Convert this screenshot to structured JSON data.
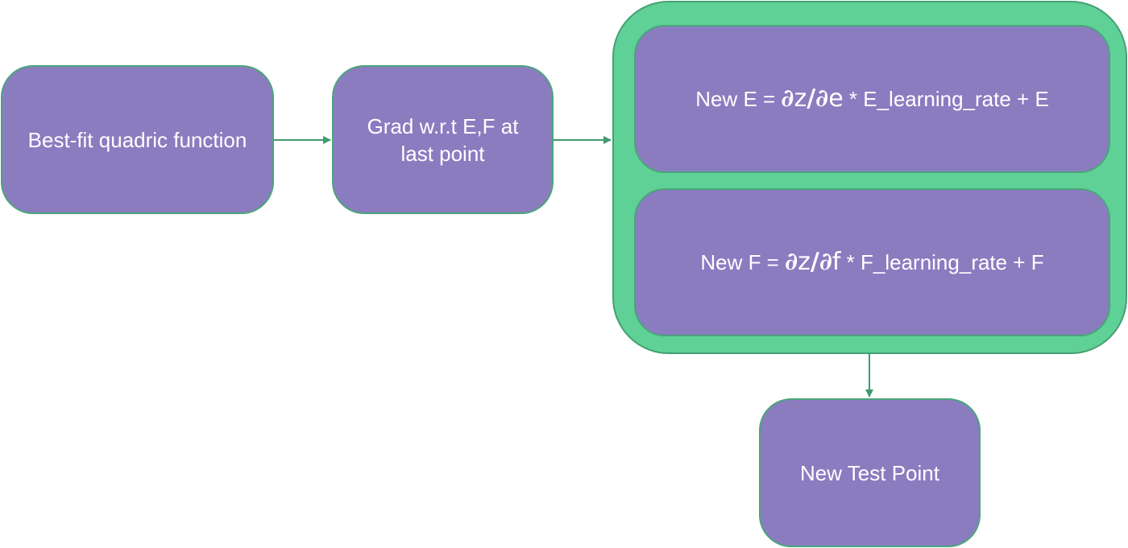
{
  "nodes": {
    "best_fit": {
      "label": "Best-fit quadric function"
    },
    "gradient": {
      "label": "Grad w.r.t E,F at last point"
    },
    "update_e": {
      "prefix": "New E = ",
      "partial_1": "∂",
      "var_z": "z",
      "slash": "/",
      "partial_2": "∂",
      "var": "e",
      "suffix": " * E_learning_rate + E"
    },
    "update_f": {
      "prefix": "New F = ",
      "partial_1": "∂",
      "var_z": "z",
      "slash": "/",
      "partial_2": "∂",
      "var": "f",
      "suffix": " * F_learning_rate + F"
    },
    "new_point": {
      "label": "New Test Point"
    }
  },
  "colors": {
    "node_fill": "#8b7cc0",
    "node_border": "#4aa57a",
    "group_fill": "#5fd196",
    "edge": "#3f9a6e",
    "text": "#ffffff"
  }
}
